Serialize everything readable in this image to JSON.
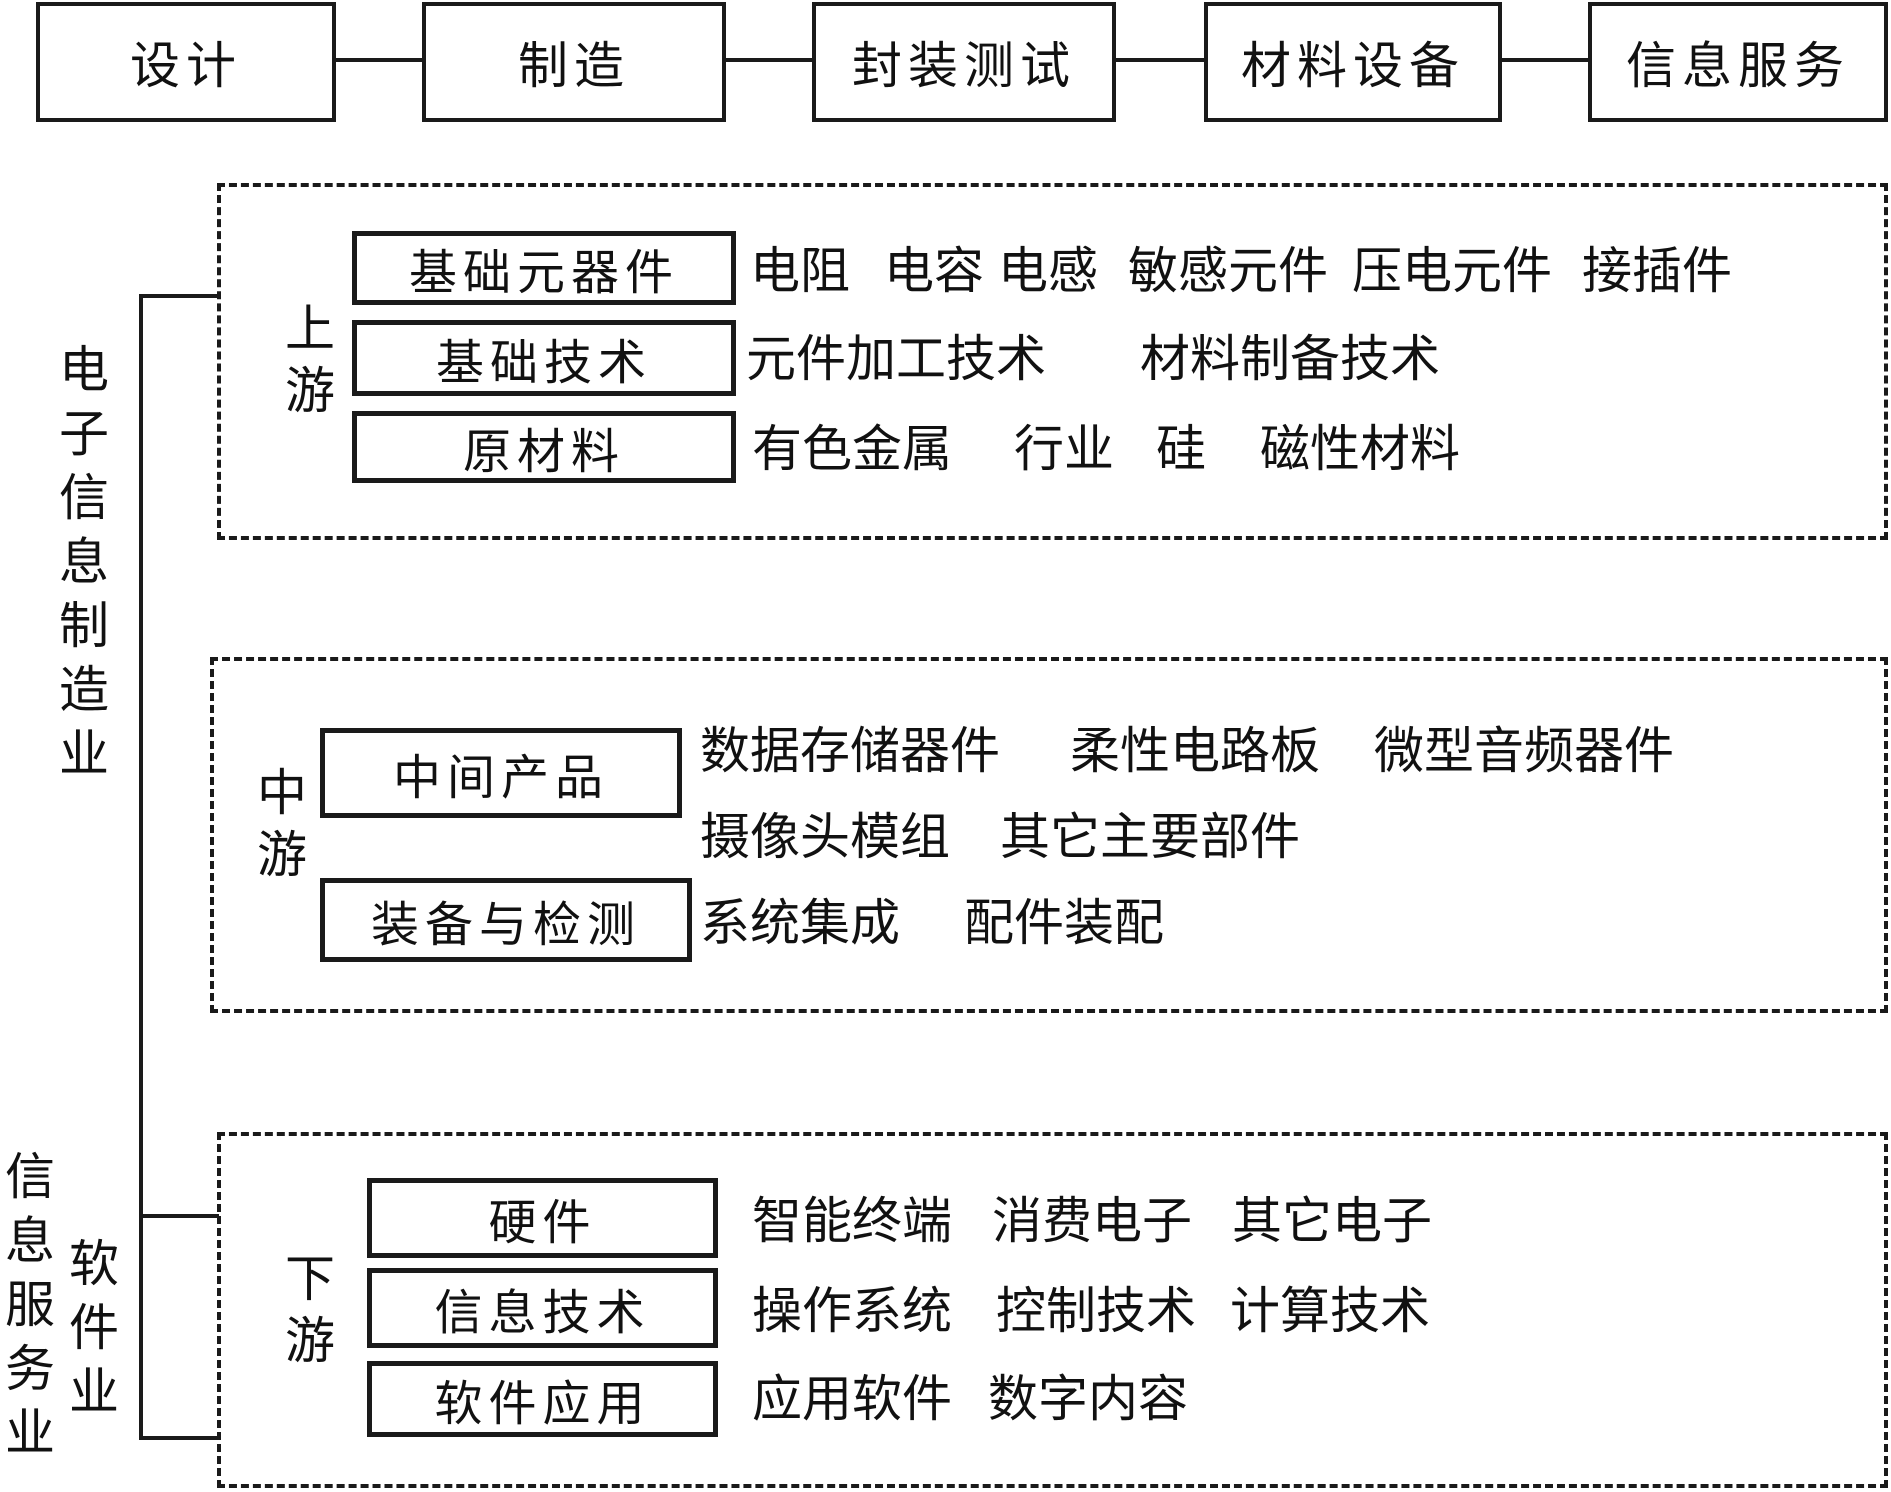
{
  "chain": [
    {
      "label": "设计"
    },
    {
      "label": "制造"
    },
    {
      "label": "封装测试"
    },
    {
      "label": "材料设备"
    },
    {
      "label": "信息服务"
    }
  ],
  "side_labels": {
    "manufacturing": "电子信息制造业",
    "info_service": "信息服务业",
    "software": "软件业"
  },
  "groups": {
    "upstream": {
      "label": "上游",
      "rows": [
        {
          "category": "基础元器件",
          "items": [
            "电阻",
            "电容",
            "电感",
            "敏感元件",
            "压电元件",
            "接插件"
          ]
        },
        {
          "category": "基础技术",
          "items": [
            "元件加工技术",
            "材料制备技术"
          ]
        },
        {
          "category": "原材料",
          "items": [
            "有色金属",
            "行业",
            "硅",
            "磁性材料"
          ]
        }
      ]
    },
    "midstream": {
      "label": "中游",
      "rows": [
        {
          "category": "中间产品",
          "items": [
            "数据存储器件",
            "柔性电路板",
            "微型音频器件"
          ],
          "items2": [
            "摄像头模组",
            "其它主要部件"
          ]
        },
        {
          "category": "装备与检测",
          "items": [
            "系统集成",
            "配件装配"
          ]
        }
      ]
    },
    "downstream": {
      "label": "下游",
      "rows": [
        {
          "category": "硬件",
          "items": [
            "智能终端",
            "消费电子",
            "其它电子"
          ]
        },
        {
          "category": "信息技术",
          "items": [
            "操作系统",
            "控制技术",
            "计算技术"
          ]
        },
        {
          "category": "软件应用",
          "items": [
            "应用软件",
            "数字内容"
          ]
        }
      ]
    }
  }
}
